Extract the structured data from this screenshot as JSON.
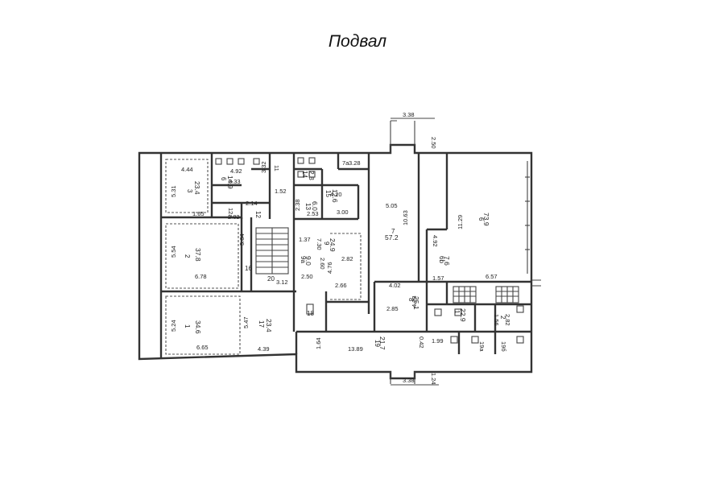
{
  "title": "Подвал",
  "top_ext": {
    "width": "3.38",
    "height": "2.50"
  },
  "bottom_ext": {
    "width": "3.38",
    "height": "1.24"
  },
  "rooms": {
    "r3": {
      "id": "3",
      "area": "23.4",
      "dim_a": "4.44",
      "dim_b": "5.31"
    },
    "r4": {
      "id": "4",
      "dim": "1.65"
    },
    "r2": {
      "id": "2",
      "area": "37.8",
      "dim_a": "5.54",
      "dim_b": "6.78"
    },
    "r1": {
      "id": "1",
      "area": "34.6",
      "dim_a": "5.24",
      "dim_b": "6.65"
    },
    "r17": {
      "id": "17",
      "area": "23.4",
      "dim_a": "5.47",
      "dim_b": "4.39"
    },
    "r6top": {
      "id": "6",
      "area": "14.9",
      "dim_a": "3.33",
      "dim_b": "4.92"
    },
    "r11": {
      "id": "11",
      "dim_a": "3.32",
      "dim_b": "1.52"
    },
    "r12a": {
      "id": "12a",
      "dim": "2.82"
    },
    "r12": {
      "id": "12",
      "dim": "2.14"
    },
    "r14": {
      "id": "14",
      "area": "2.8"
    },
    "r13": {
      "id": "13",
      "area": "6.0",
      "dim_a": "2.38",
      "dim_b": "2.53"
    },
    "r15": {
      "id": "15",
      "area": "12.6",
      "dim_a": "4.20",
      "dim_b": "3.00"
    },
    "r7a": {
      "id": "7a",
      "dim": "3.28"
    },
    "r7": {
      "id": "7",
      "area": "57.2",
      "dim_a": "5.05",
      "dim_b": "10.63"
    },
    "r16": {
      "id": "16",
      "dim": "5.64"
    },
    "r20": {
      "id": "20",
      "dim": "3.12"
    },
    "r9": {
      "id": "9",
      "area": "24.9",
      "dim_a": "7.30",
      "dim_b": "2.82",
      "dim_c": "1.37",
      "dim_d": "4.76",
      "dim_e": "2.66"
    },
    "r9a": {
      "id": "9a",
      "area": "9.0",
      "dim_a": "2.60",
      "dim_b": "2.50"
    },
    "r18": {
      "id": "18"
    },
    "r8": {
      "id": "8",
      "area": "25.1",
      "dim_a": "4.02",
      "dim_b": "4.23",
      "dim_c": "2.85"
    },
    "r6b": {
      "id": "6b",
      "area": "7.6",
      "dim_a": "4.92",
      "dim_b": "1.57"
    },
    "r6": {
      "id": "6",
      "area": "73.9",
      "dim_a": "11.29",
      "dim_b": "6.57"
    },
    "r19": {
      "id": "19",
      "area": "21.7",
      "dim_a": "1.64",
      "dim_b": "13.89",
      "dim_c": "0.42"
    },
    "r1small": {
      "id": "1",
      "area": "22.9",
      "dim": "1.99"
    },
    "r2small": {
      "id": "2",
      "area": "2.82",
      "dim": "1.56"
    },
    "r19a": {
      "id": "19a"
    },
    "r19b": {
      "id": "19б"
    }
  }
}
